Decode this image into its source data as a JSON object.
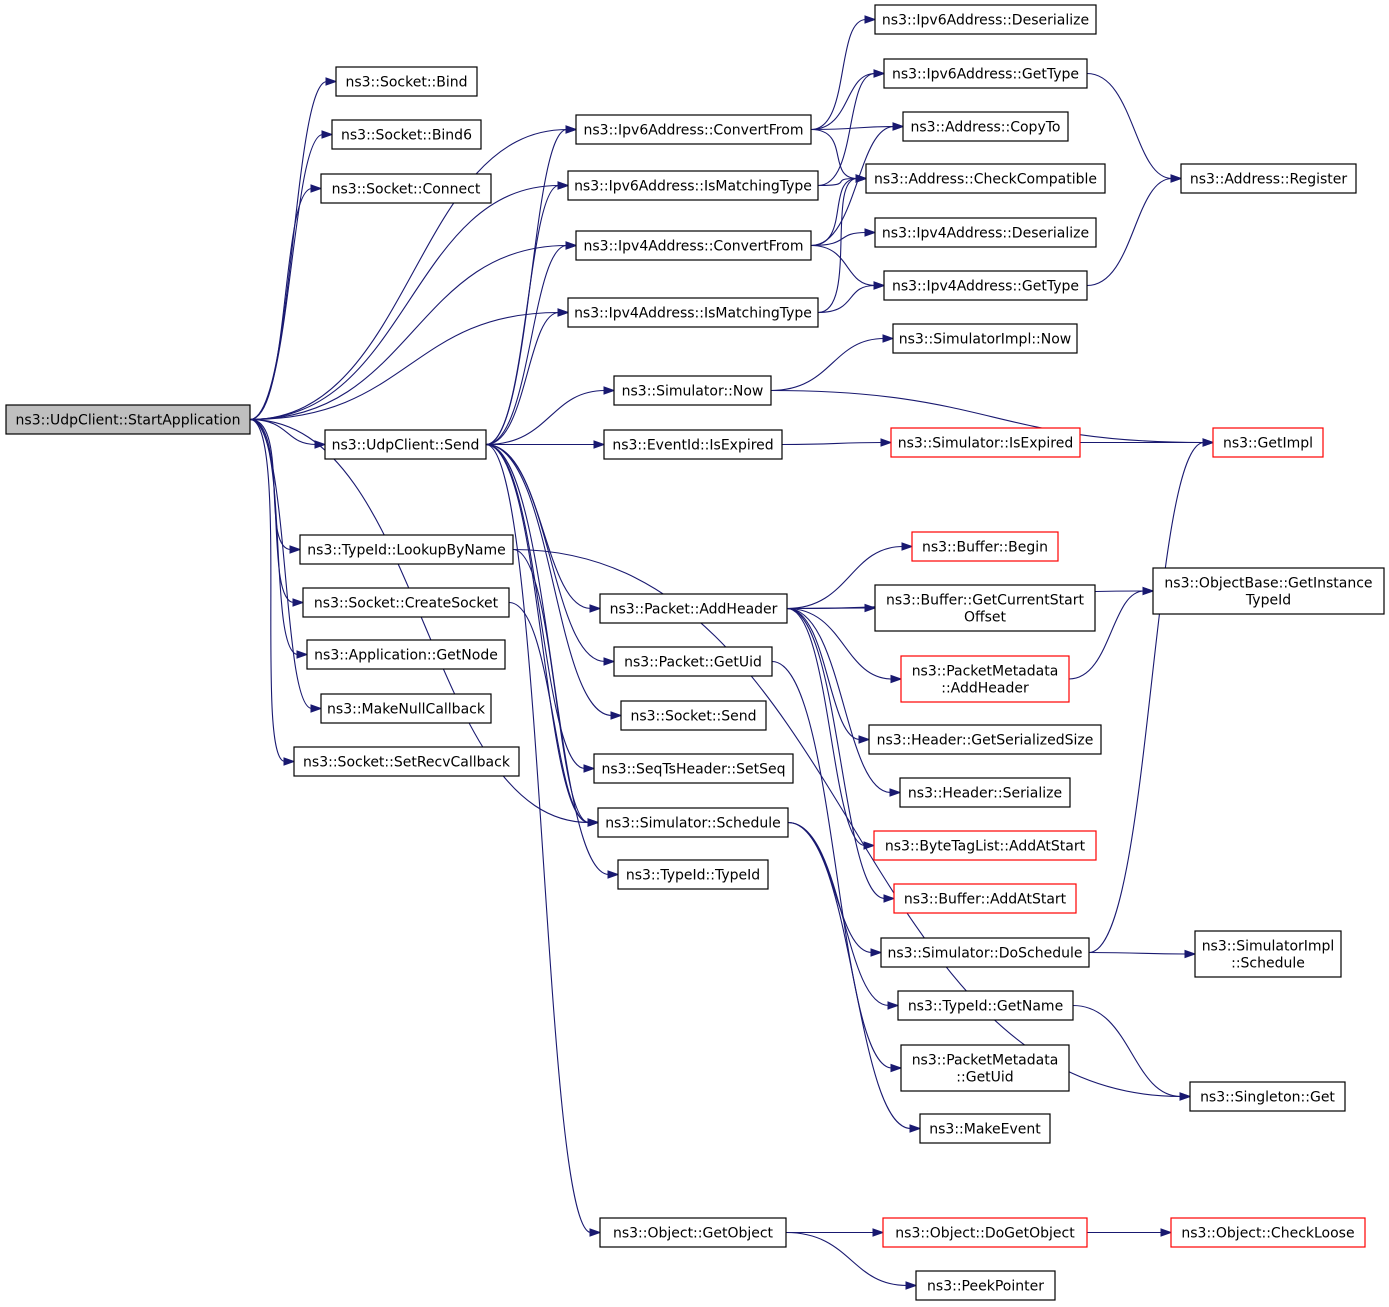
{
  "diagram": {
    "root": "n_root",
    "nodes": [
      {
        "id": "n_root",
        "lines": [
          "ns3::UdpClient::StartApplication"
        ],
        "color": "root"
      },
      {
        "id": "bind",
        "lines": [
          "ns3::Socket::Bind"
        ],
        "color": "black"
      },
      {
        "id": "bind6",
        "lines": [
          "ns3::Socket::Bind6"
        ],
        "color": "black"
      },
      {
        "id": "connect",
        "lines": [
          "ns3::Socket::Connect"
        ],
        "color": "black"
      },
      {
        "id": "v6cf",
        "lines": [
          "ns3::Ipv6Address::ConvertFrom"
        ],
        "color": "black"
      },
      {
        "id": "v6mt",
        "lines": [
          "ns3::Ipv6Address::IsMatchingType"
        ],
        "color": "black"
      },
      {
        "id": "v4cf",
        "lines": [
          "ns3::Ipv4Address::ConvertFrom"
        ],
        "color": "black"
      },
      {
        "id": "v4mt",
        "lines": [
          "ns3::Ipv4Address::IsMatchingType"
        ],
        "color": "black"
      },
      {
        "id": "send",
        "lines": [
          "ns3::UdpClient::Send"
        ],
        "color": "black"
      },
      {
        "id": "lookup",
        "lines": [
          "ns3::TypeId::LookupByName"
        ],
        "color": "black"
      },
      {
        "id": "createsock",
        "lines": [
          "ns3::Socket::CreateSocket"
        ],
        "color": "black"
      },
      {
        "id": "getnode",
        "lines": [
          "ns3::Application::GetNode"
        ],
        "color": "black"
      },
      {
        "id": "nullcb",
        "lines": [
          "ns3::MakeNullCallback"
        ],
        "color": "black"
      },
      {
        "id": "setrecv",
        "lines": [
          "ns3::Socket::SetRecvCallback"
        ],
        "color": "black"
      },
      {
        "id": "v6deser",
        "lines": [
          "ns3::Ipv6Address::Deserialize"
        ],
        "color": "black"
      },
      {
        "id": "v6gt",
        "lines": [
          "ns3::Ipv6Address::GetType"
        ],
        "color": "black"
      },
      {
        "id": "copyto",
        "lines": [
          "ns3::Address::CopyTo"
        ],
        "color": "black"
      },
      {
        "id": "checkcomp",
        "lines": [
          "ns3::Address::CheckCompatible"
        ],
        "color": "black"
      },
      {
        "id": "v4deser",
        "lines": [
          "ns3::Ipv4Address::Deserialize"
        ],
        "color": "black"
      },
      {
        "id": "v4gt",
        "lines": [
          "ns3::Ipv4Address::GetType"
        ],
        "color": "black"
      },
      {
        "id": "register",
        "lines": [
          "ns3::Address::Register"
        ],
        "color": "black"
      },
      {
        "id": "simimplnow",
        "lines": [
          "ns3::SimulatorImpl::Now"
        ],
        "color": "black"
      },
      {
        "id": "simnow",
        "lines": [
          "ns3::Simulator::Now"
        ],
        "color": "black"
      },
      {
        "id": "evexp",
        "lines": [
          "ns3::EventId::IsExpired"
        ],
        "color": "black"
      },
      {
        "id": "simisexp",
        "lines": [
          "ns3::Simulator::IsExpired"
        ],
        "color": "red"
      },
      {
        "id": "getimpl",
        "lines": [
          "ns3::GetImpl"
        ],
        "color": "red"
      },
      {
        "id": "bufbegin",
        "lines": [
          "ns3::Buffer::Begin"
        ],
        "color": "red"
      },
      {
        "id": "objbase",
        "lines": [
          "ns3::ObjectBase::GetInstance",
          "TypeId"
        ],
        "color": "black"
      },
      {
        "id": "addheader",
        "lines": [
          "ns3::Packet::AddHeader"
        ],
        "color": "black"
      },
      {
        "id": "bufcso",
        "lines": [
          "ns3::Buffer::GetCurrentStart",
          "Offset"
        ],
        "color": "black"
      },
      {
        "id": "pmaddh",
        "lines": [
          "ns3::PacketMetadata",
          "::AddHeader"
        ],
        "color": "red"
      },
      {
        "id": "getuid",
        "lines": [
          "ns3::Packet::GetUid"
        ],
        "color": "black"
      },
      {
        "id": "socksend",
        "lines": [
          "ns3::Socket::Send"
        ],
        "color": "black"
      },
      {
        "id": "hgss",
        "lines": [
          "ns3::Header::GetSerializedSize"
        ],
        "color": "black"
      },
      {
        "id": "seqts",
        "lines": [
          "ns3::SeqTsHeader::SetSeq"
        ],
        "color": "black"
      },
      {
        "id": "hser",
        "lines": [
          "ns3::Header::Serialize"
        ],
        "color": "black"
      },
      {
        "id": "simsched",
        "lines": [
          "ns3::Simulator::Schedule"
        ],
        "color": "black"
      },
      {
        "id": "btlaas",
        "lines": [
          "ns3::ByteTagList::AddAtStart"
        ],
        "color": "red"
      },
      {
        "id": "typeid",
        "lines": [
          "ns3::TypeId::TypeId"
        ],
        "color": "black"
      },
      {
        "id": "bufaas",
        "lines": [
          "ns3::Buffer::AddAtStart"
        ],
        "color": "red"
      },
      {
        "id": "dosched",
        "lines": [
          "ns3::Simulator::DoSchedule"
        ],
        "color": "black"
      },
      {
        "id": "simimplsched",
        "lines": [
          "ns3::SimulatorImpl",
          "::Schedule"
        ],
        "color": "black"
      },
      {
        "id": "getname",
        "lines": [
          "ns3::TypeId::GetName"
        ],
        "color": "black"
      },
      {
        "id": "pmgetuid",
        "lines": [
          "ns3::PacketMetadata",
          "::GetUid"
        ],
        "color": "black"
      },
      {
        "id": "singleton",
        "lines": [
          "ns3::Singleton::Get"
        ],
        "color": "black"
      },
      {
        "id": "makeevent",
        "lines": [
          "ns3::MakeEvent"
        ],
        "color": "black"
      },
      {
        "id": "getobj",
        "lines": [
          "ns3::Object::GetObject"
        ],
        "color": "black"
      },
      {
        "id": "dogetobj",
        "lines": [
          "ns3::Object::DoGetObject"
        ],
        "color": "red"
      },
      {
        "id": "checkloose",
        "lines": [
          "ns3::Object::CheckLoose"
        ],
        "color": "red"
      },
      {
        "id": "peekptr",
        "lines": [
          "ns3::PeekPointer"
        ],
        "color": "black"
      }
    ],
    "edges": [
      [
        "n_root",
        "bind"
      ],
      [
        "n_root",
        "bind6"
      ],
      [
        "n_root",
        "connect"
      ],
      [
        "n_root",
        "v6cf"
      ],
      [
        "n_root",
        "v6mt"
      ],
      [
        "n_root",
        "v4cf"
      ],
      [
        "n_root",
        "v4mt"
      ],
      [
        "n_root",
        "send"
      ],
      [
        "n_root",
        "lookup"
      ],
      [
        "n_root",
        "createsock"
      ],
      [
        "n_root",
        "getnode"
      ],
      [
        "n_root",
        "nullcb"
      ],
      [
        "n_root",
        "setrecv"
      ],
      [
        "n_root",
        "simsched"
      ],
      [
        "v6cf",
        "v6deser"
      ],
      [
        "v6cf",
        "v6gt"
      ],
      [
        "v6cf",
        "copyto"
      ],
      [
        "v6cf",
        "checkcomp"
      ],
      [
        "v6mt",
        "v6gt"
      ],
      [
        "v6mt",
        "checkcomp"
      ],
      [
        "v4cf",
        "copyto"
      ],
      [
        "v4cf",
        "checkcomp"
      ],
      [
        "v4cf",
        "v4deser"
      ],
      [
        "v4cf",
        "v4gt"
      ],
      [
        "v4mt",
        "checkcomp"
      ],
      [
        "v4mt",
        "v4gt"
      ],
      [
        "v6gt",
        "register"
      ],
      [
        "v4gt",
        "register"
      ],
      [
        "send",
        "v6cf"
      ],
      [
        "send",
        "v6mt"
      ],
      [
        "send",
        "v4cf"
      ],
      [
        "send",
        "v4mt"
      ],
      [
        "send",
        "simnow"
      ],
      [
        "send",
        "evexp"
      ],
      [
        "send",
        "addheader"
      ],
      [
        "send",
        "getuid"
      ],
      [
        "send",
        "socksend"
      ],
      [
        "send",
        "seqts"
      ],
      [
        "send",
        "simsched"
      ],
      [
        "send",
        "typeid"
      ],
      [
        "send",
        "getobj"
      ],
      [
        "simnow",
        "simimplnow"
      ],
      [
        "simnow",
        "getimpl"
      ],
      [
        "evexp",
        "simisexp"
      ],
      [
        "simisexp",
        "getimpl"
      ],
      [
        "addheader",
        "bufbegin"
      ],
      [
        "addheader",
        "objbase"
      ],
      [
        "addheader",
        "bufcso"
      ],
      [
        "addheader",
        "pmaddh"
      ],
      [
        "addheader",
        "hgss"
      ],
      [
        "addheader",
        "hser"
      ],
      [
        "addheader",
        "btlaas"
      ],
      [
        "addheader",
        "bufaas"
      ],
      [
        "pmaddh",
        "objbase"
      ],
      [
        "getuid",
        "pmgetuid"
      ],
      [
        "lookup",
        "simsched"
      ],
      [
        "createsock",
        "simsched"
      ],
      [
        "lookup",
        "singleton"
      ],
      [
        "simsched",
        "dosched"
      ],
      [
        "simsched",
        "getname"
      ],
      [
        "simsched",
        "makeevent"
      ],
      [
        "dosched",
        "getimpl"
      ],
      [
        "dosched",
        "simimplsched"
      ],
      [
        "getname",
        "singleton"
      ],
      [
        "getobj",
        "dogetobj"
      ],
      [
        "getobj",
        "peekptr"
      ],
      [
        "dogetobj",
        "checkloose"
      ]
    ]
  }
}
